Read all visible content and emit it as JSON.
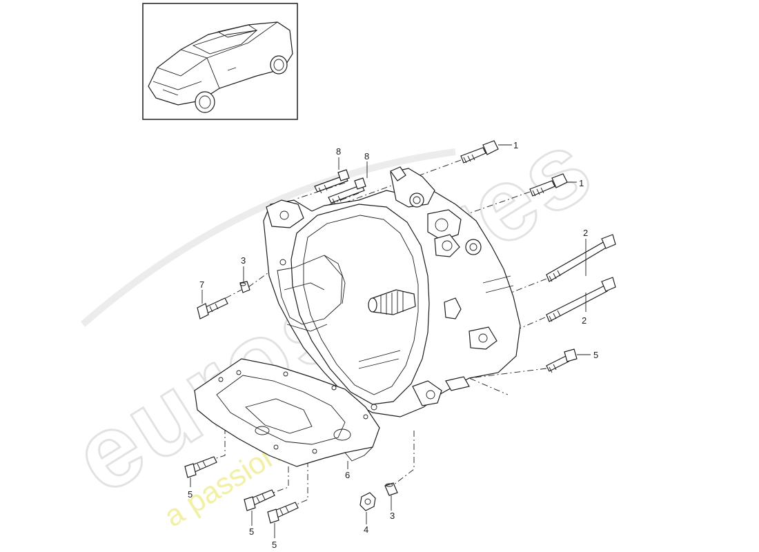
{
  "callouts": {
    "c1a": "1",
    "c1b": "1",
    "c2a": "2",
    "c2b": "2",
    "c3a": "3",
    "c3b": "3",
    "c4": "4",
    "c5a": "5",
    "c5b": "5",
    "c5c": "5",
    "c5d": "5",
    "c6": "6",
    "c7": "7",
    "c8a": "8",
    "c8b": "8"
  },
  "watermark": {
    "brand": "eurospares",
    "tagline": "a passion for parts since 1985"
  },
  "colors": {
    "line": "#1a1a1a",
    "watermark_grey": "#e2e2e2",
    "watermark_yellow": "#f1ef9c"
  }
}
